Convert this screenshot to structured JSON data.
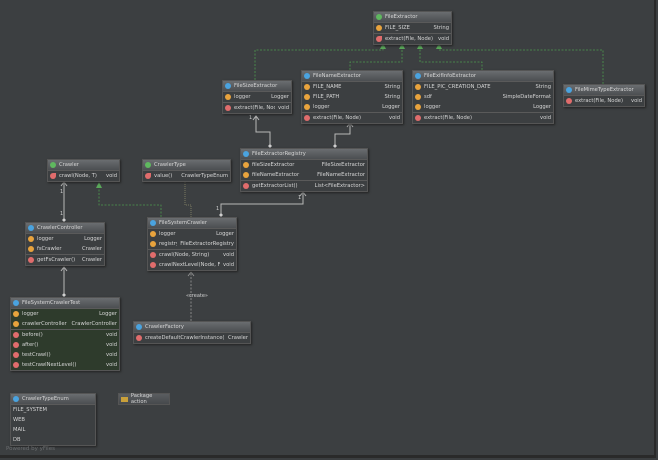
{
  "classes": {
    "FileExtractor": {
      "name": "FileExtractor",
      "kind": "I",
      "fields": [
        {
          "name": "FILE_SIZE",
          "type": "String"
        }
      ],
      "methods": [
        {
          "name": "extract(File, Node)",
          "type": "void",
          "abstract": true
        }
      ]
    },
    "FileSizeExtractor": {
      "name": "FileSizeExtractor",
      "kind": "C",
      "fields": [
        {
          "name": "logger",
          "type": "Logger"
        }
      ],
      "methods": [
        {
          "name": "extract(File, Node)",
          "type": "void"
        }
      ]
    },
    "FileNameExtractor": {
      "name": "FileNameExtractor",
      "kind": "C",
      "fields": [
        {
          "name": "FILE_NAME",
          "type": "String"
        },
        {
          "name": "FILE_PATH",
          "type": "String"
        },
        {
          "name": "logger",
          "type": "Logger"
        }
      ],
      "methods": [
        {
          "name": "extract(File, Node)",
          "type": "void"
        }
      ]
    },
    "FileExifInfoExtractor": {
      "name": "FileExifInfoExtractor",
      "kind": "C",
      "fields": [
        {
          "name": "FILE_PIC_CREATION_DATE",
          "type": "String"
        },
        {
          "name": "sdf",
          "type": "SimpleDateFormat"
        },
        {
          "name": "logger",
          "type": "Logger"
        }
      ],
      "methods": [
        {
          "name": "extract(File, Node)",
          "type": "void"
        }
      ]
    },
    "FileMimeTypeExtractor": {
      "name": "FileMimeTypeExtractor",
      "kind": "C",
      "fields": [],
      "methods": [
        {
          "name": "extract(File, Node)",
          "type": "void"
        }
      ]
    },
    "Crawler": {
      "name": "Crawler",
      "kind": "I",
      "fields": [],
      "methods": [
        {
          "name": "crawl(Node, T)",
          "type": "void",
          "abstract": true
        }
      ]
    },
    "CrawlerType": {
      "name": "CrawlerType",
      "kind": "I",
      "fields": [],
      "methods": [
        {
          "name": "value()",
          "type": "CrawlerTypeEnum",
          "abstract": true
        }
      ]
    },
    "FileExtractorRegistry": {
      "name": "FileExtractorRegistry",
      "kind": "C",
      "fields": [
        {
          "name": "fileSizeExtractor",
          "type": "FileSizeExtractor"
        },
        {
          "name": "fileNameExtractor",
          "type": "FileNameExtractor"
        }
      ],
      "methods": [
        {
          "name": "getExtractorList()",
          "type": "List<FileExtractor>"
        }
      ]
    },
    "CrawlerController": {
      "name": "CrawlerController",
      "kind": "C",
      "fields": [
        {
          "name": "logger",
          "type": "Logger"
        },
        {
          "name": "fsCrawler",
          "type": "Crawler"
        }
      ],
      "methods": [
        {
          "name": "getFsCrawler()",
          "type": "Crawler"
        }
      ]
    },
    "FileSystemCrawler": {
      "name": "FileSystemCrawler",
      "kind": "C",
      "fields": [
        {
          "name": "logger",
          "type": "Logger"
        },
        {
          "name": "registry",
          "type": "FileExtractorRegistry"
        }
      ],
      "methods": [
        {
          "name": "crawl(Node, String)",
          "type": "void"
        },
        {
          "name": "crawlNextLevel(Node, File)",
          "type": "void"
        }
      ]
    },
    "FileSystemCrawlerTest": {
      "name": "FileSystemCrawlerTest",
      "kind": "C",
      "fields": [
        {
          "name": "logger",
          "type": "Logger"
        },
        {
          "name": "crawlerController",
          "type": "CrawlerController"
        }
      ],
      "methods": [
        {
          "name": "before()",
          "type": "void"
        },
        {
          "name": "after()",
          "type": "void"
        },
        {
          "name": "testCrawl()",
          "type": "void"
        },
        {
          "name": "testCrawlNextLevel()",
          "type": "void"
        }
      ]
    },
    "CrawlerFactory": {
      "name": "CrawlerFactory",
      "kind": "C",
      "fields": [],
      "methods": [
        {
          "name": "createDefaultCrawlerInstance()",
          "type": "Crawler"
        }
      ]
    },
    "CrawlerTypeEnum": {
      "name": "CrawlerTypeEnum",
      "kind": "E",
      "constants": [
        "FILE_SYSTEM",
        "WEB",
        "MAIL",
        "DB"
      ],
      "fields": [],
      "methods": []
    }
  },
  "package_label": "Package action",
  "create_label": "«create»",
  "multiplicity": "1",
  "powered_by": "Powered by yFiles",
  "colors": {
    "realization": "#4e9a4e",
    "association": "#b8b8b8",
    "background": "#3c3f41"
  }
}
